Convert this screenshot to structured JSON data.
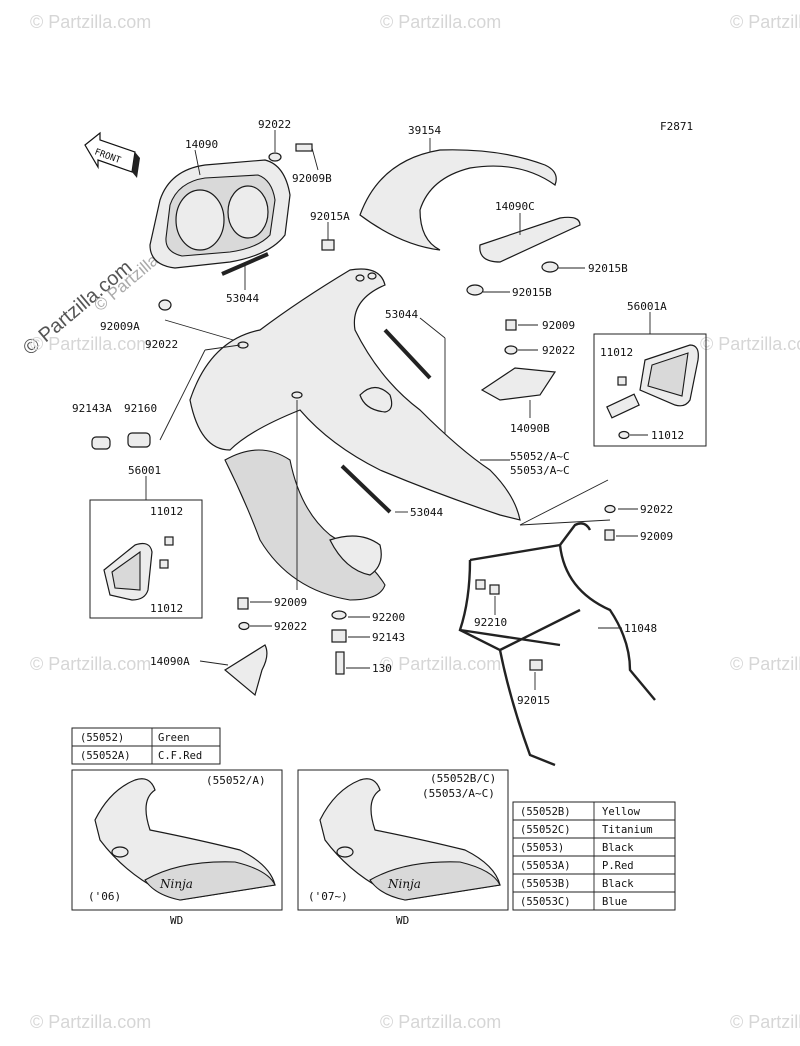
{
  "figure_code": "F2871",
  "front_label": "FRONT",
  "watermarks": [
    "© Partzilla.com",
    "© Partzilla.com",
    "© Partzilla.com",
    "© Partzilla.com",
    "© Partzilla.com",
    "© Partzilla.com",
    "© Partzilla.com",
    "© Partzilla.com",
    "© Partzilla.com",
    "© Partzilla.com",
    "© Partzilla.com",
    "© Partzilla.com",
    "© Partzilla.com"
  ],
  "labels": {
    "p14090": "14090",
    "p92022_top": "92022",
    "p92009b": "92009B",
    "p39154": "39154",
    "p92015a": "92015A",
    "p14090c": "14090C",
    "p92015b_1": "92015B",
    "p92015b_2": "92015B",
    "p53044_1": "53044",
    "p92009a": "92009A",
    "p92022_left": "92022",
    "p53044_2": "53044",
    "p92009_r": "92009",
    "p92022_r": "92022",
    "p14090b": "14090B",
    "p56001a": "56001A",
    "p11012_a1": "11012",
    "p11012_a2": "11012",
    "p92143a": "92143A",
    "p92160": "92160",
    "p55052": "55052/A~C",
    "p55053": "55053/A~C",
    "p56001": "56001",
    "p11012_b1": "11012",
    "p11012_b2": "11012",
    "p53044_3": "53044",
    "p92022_r2": "92022",
    "p92009_r2": "92009",
    "p92009_l": "92009",
    "p92022_l": "92022",
    "p92200": "92200",
    "p92143": "92143",
    "p130": "130",
    "p14090a": "14090A",
    "p92210": "92210",
    "p11048": "11048",
    "p92015": "92015"
  },
  "color_table_left": [
    {
      "code": "(55052)",
      "color": "Green"
    },
    {
      "code": "(55052A)",
      "color": "C.F.Red"
    }
  ],
  "inset_left": {
    "ref": "(55052/A)",
    "year": "('06)",
    "logo": "Ninja",
    "footer": "WD"
  },
  "inset_right": {
    "ref1": "(55052B/C)",
    "ref2": "(55053/A~C)",
    "year": "('07~)",
    "logo": "Ninja",
    "footer": "WD"
  },
  "color_table_right": [
    {
      "code": "(55052B)",
      "color": "Yellow"
    },
    {
      "code": "(55052C)",
      "color": "Titanium"
    },
    {
      "code": "(55053)",
      "color": "Black"
    },
    {
      "code": "(55053A)",
      "color": "P.Red"
    },
    {
      "code": "(55053B)",
      "color": "Black"
    },
    {
      "code": "(55053C)",
      "color": "Blue"
    }
  ]
}
